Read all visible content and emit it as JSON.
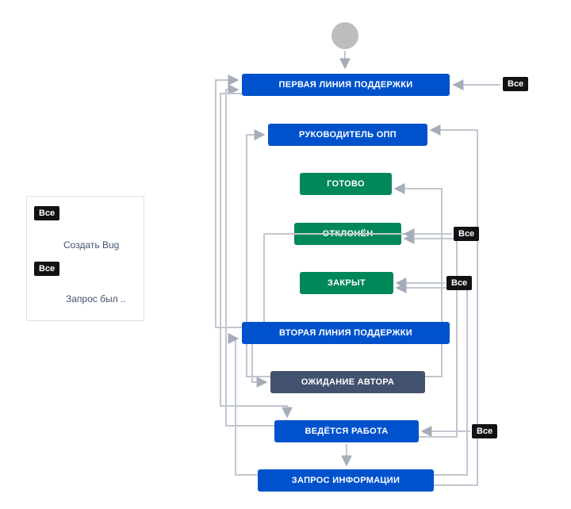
{
  "diagram": {
    "all_label": "Все",
    "statuses": [
      {
        "label": "ПЕРВАЯ ЛИНИЯ ПОДДЕРЖКИ",
        "color": "#0052cc"
      },
      {
        "label": "РУКОВОДИТЕЛЬ ОПП",
        "color": "#0052cc"
      },
      {
        "label": "ГОТОВО",
        "color": "#00875a"
      },
      {
        "label": "ОТКЛОНЁН",
        "color": "#00875a"
      },
      {
        "label": "ЗАКРЫТ",
        "color": "#00875a"
      },
      {
        "label": "ВТОРАЯ ЛИНИЯ ПОДДЕРЖКИ",
        "color": "#0052cc"
      },
      {
        "label": "ОЖИДАНИЕ АВТОРА",
        "color": "#42526e"
      },
      {
        "label": "ВЕДЁТСЯ РАБОТА",
        "color": "#0052cc"
      },
      {
        "label": "ЗАПРОС ИНФОРМАЦИИ",
        "color": "#0052cc"
      }
    ],
    "global_transitions": [
      {
        "source_label": "Все",
        "name": "Создать Bug"
      },
      {
        "source_label": "Все",
        "name": "Запрос был .."
      }
    ],
    "colors": {
      "edge": "#c1c7d0",
      "arrow": "#a5adba",
      "label_bg": "#101214",
      "start_node": "#bdbdbd",
      "blue_status": "#0052cc",
      "green_status": "#00875a",
      "slate_status": "#42526e"
    }
  }
}
